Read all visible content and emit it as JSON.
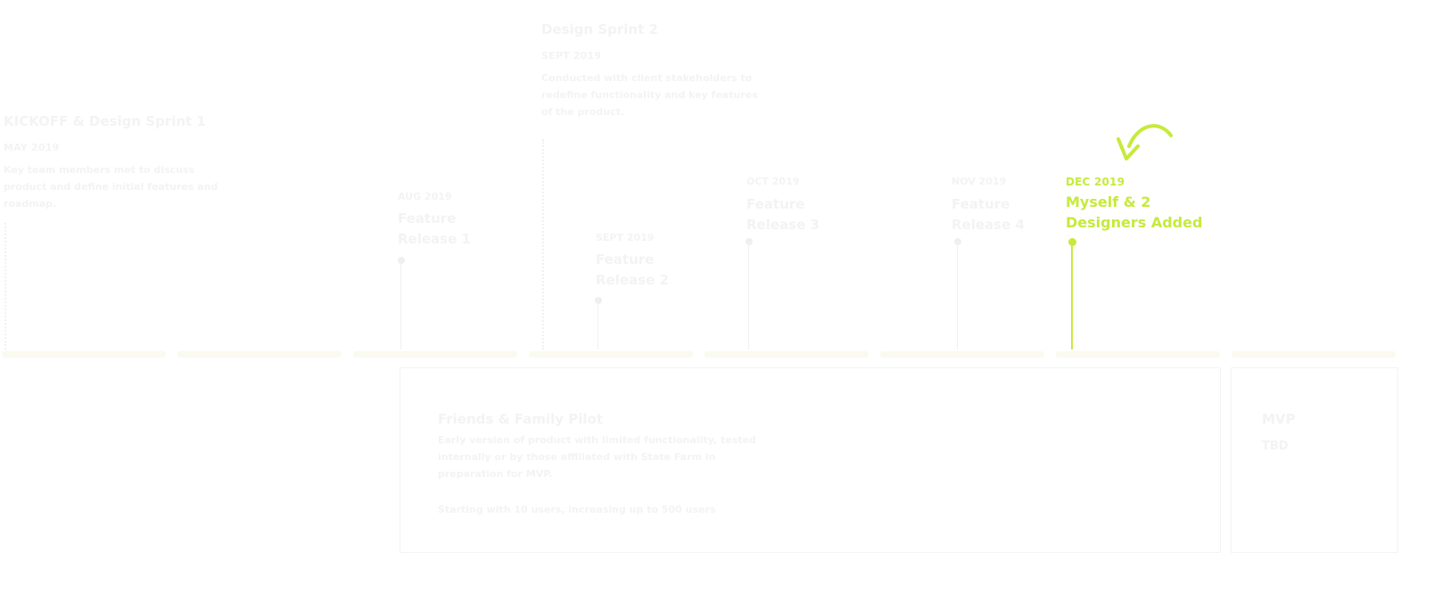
{
  "milestones": {
    "kickoff": {
      "title": "KICKOFF & Design Sprint 1",
      "date": "MAY 2019",
      "description": "Key team members met to discuss product and define initial features and roadmap."
    },
    "sprint2": {
      "title": "Design Sprint 2",
      "date": "SEPT 2019",
      "description": "Conducted with client stakeholders to redefine functionality and key features of the product."
    },
    "release1": {
      "date": "AUG 2019",
      "title": "Feature Release 1"
    },
    "release2": {
      "date": "SEPT 2019",
      "title": "Feature Release 2"
    },
    "release3": {
      "date": "OCT 2019",
      "title": "Feature Release 3"
    },
    "release4": {
      "date": "NOV 2019",
      "title": "Feature Release 4"
    },
    "designers": {
      "date": "DEC 2019",
      "title": "Myself & 2 Designers Added"
    }
  },
  "phases": {
    "pilot": {
      "title": "Friends & Family Pilot",
      "description": "Early version of product with limited functionality, tested internally or by those affiliated with State Farm in preparation for MVP.",
      "users": "Starting with 10 users, increasing up to 500 users"
    },
    "mvp": {
      "title": "MVP",
      "date": "TBD"
    }
  },
  "colors": {
    "accent": "#c6ea3c",
    "faint_text": "#f3f3f3"
  },
  "icons": {
    "arrow": "curved-arrow-icon"
  }
}
